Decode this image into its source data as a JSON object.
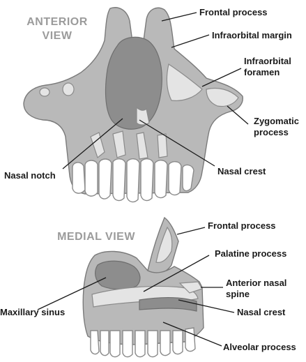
{
  "views": {
    "anterior": [
      "ANTERIOR",
      "VIEW"
    ],
    "medial": "MEDIAL VIEW"
  },
  "labels": {
    "frontal_process_1": "Frontal process",
    "infraorbital_margin": "Infraorbital margin",
    "infraorbital_foramen": [
      "Infraorbital",
      "foramen"
    ],
    "zygomatic_process": [
      "Zygomatic",
      "process"
    ],
    "nasal_notch": "Nasal notch",
    "nasal_crest_1": "Nasal crest",
    "frontal_process_2": "Frontal process",
    "palatine_process": "Palatine process",
    "anterior_nasal_spine": [
      "Anterior nasal",
      "spine"
    ],
    "maxillary_sinus": "Maxillary sinus",
    "nasal_crest_2": "Nasal crest",
    "alveolar_process": "Alveolar process"
  },
  "colors": {
    "bone": "#b9b9b9",
    "bone_dark": "#8d8d8d",
    "label_text": "#1a1a1a",
    "view_title": "#9b9b9b"
  }
}
